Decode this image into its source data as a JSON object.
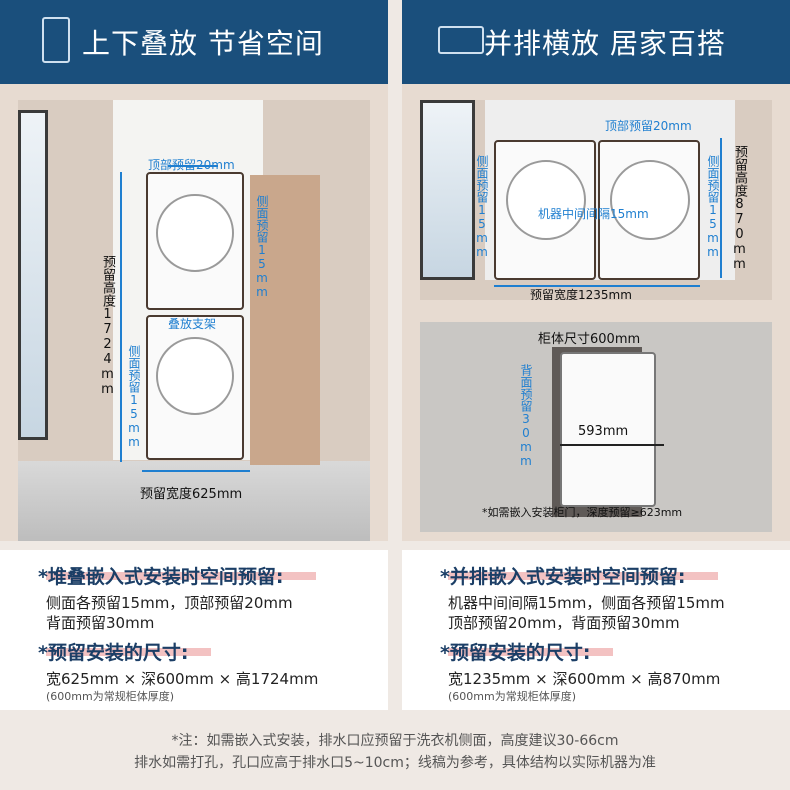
{
  "left": {
    "title": "上下叠放 节省空间",
    "dim_top": "顶部预留20mm",
    "dim_side_right": "侧面预留15mm",
    "dim_height": "预留高度1724mm",
    "dim_side_left": "侧面预留15mm",
    "stand_label": "叠放支架",
    "dim_width": "预留宽度625mm"
  },
  "right": {
    "title": "并排横放 居家百搭",
    "dim_top": "顶部预留20mm",
    "dim_side_left": "侧面预留15mm",
    "dim_gap": "机器中间间隔15mm",
    "dim_side_right": "侧面预留15mm",
    "dim_height": "预留高度870mm",
    "dim_width": "预留宽度1235mm",
    "cab_size": "柜体尺寸600mm",
    "dim_back": "背面预留30mm",
    "dim_depth": "593mm",
    "cab_note": "*如需嵌入安装柜门，深度预留≥623mm"
  },
  "notes_left": {
    "h1": "*堆叠嵌入式安装时空间预留:",
    "l1": "侧面各预留15mm，顶部预留20mm",
    "l2": "背面预留30mm",
    "h2": "*预留安装的尺寸:",
    "l3": "宽625mm × 深600mm × 高1724mm",
    "s1": "(600mm为常规柜体厚度)"
  },
  "notes_right": {
    "h1": "*并排嵌入式安装时空间预留:",
    "l1": "机器中间间隔15mm，侧面各预留15mm",
    "l2": "顶部预留20mm，背面预留30mm",
    "h2": "*预留安装的尺寸:",
    "l3": "宽1235mm × 深600mm × 高870mm",
    "s1": "(600mm为常规柜体厚度)"
  },
  "footer": {
    "line1": "*注：如需嵌入式安装，排水口应预留于洗衣机侧面，高度建议30-66cm",
    "line2": "排水如需打孔，孔口应高于排水口5~10cm；线稿为参考，具体结构以实际机器为准"
  },
  "colors": {
    "banner": "#1a4f7c",
    "dimension": "#1f7fd0",
    "highlight": "#f3c2c2"
  },
  "icons": {
    "stack": "stacked-washers-icon",
    "side": "side-by-side-washers-icon"
  }
}
